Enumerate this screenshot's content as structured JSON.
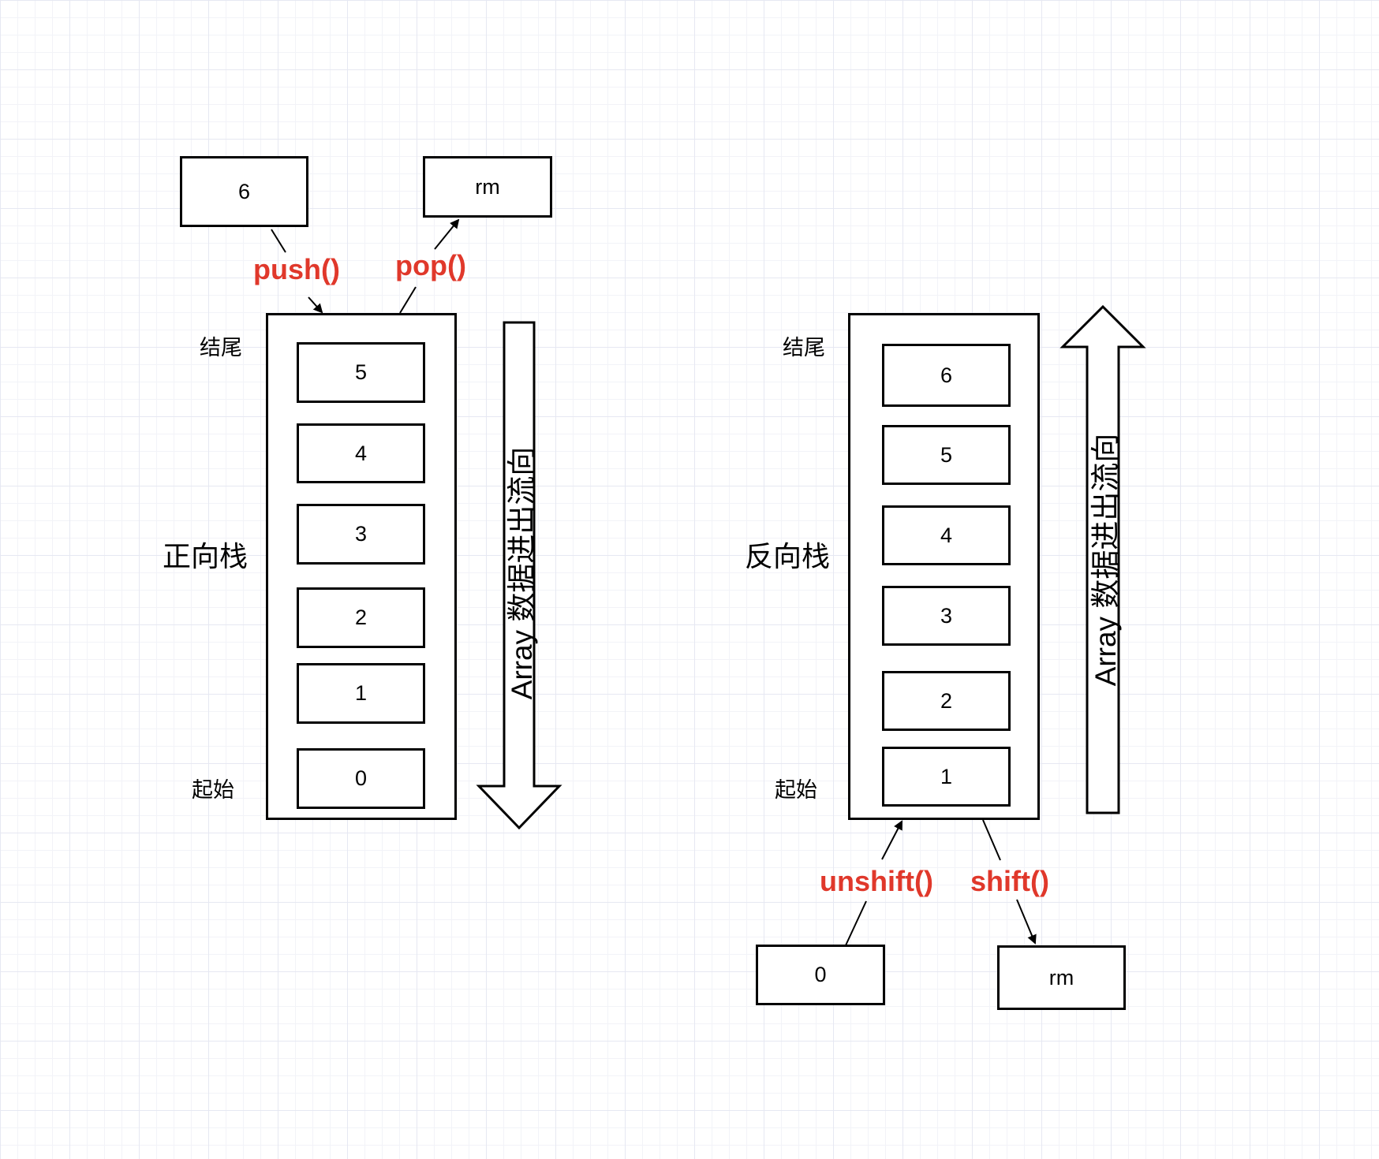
{
  "forward_stack": {
    "title": "正向栈",
    "end_label": "结尾",
    "start_label": "起始",
    "items": [
      "5",
      "4",
      "3",
      "2",
      "1",
      "0"
    ],
    "push_value": "6",
    "pop_value": "rm",
    "push_method": "push()",
    "pop_method": "pop()",
    "flow_text": "Array 数据进出流向",
    "flow_direction": "down"
  },
  "reverse_stack": {
    "title": "反向栈",
    "end_label": "结尾",
    "start_label": "起始",
    "items": [
      "6",
      "5",
      "4",
      "3",
      "2",
      "1"
    ],
    "unshift_value": "0",
    "shift_value": "rm",
    "unshift_method": "unshift()",
    "shift_method": "shift()",
    "flow_text": "Array 数据进出流向",
    "flow_direction": "up"
  },
  "colors": {
    "method_label": "#e0382b",
    "stroke": "#000000"
  }
}
